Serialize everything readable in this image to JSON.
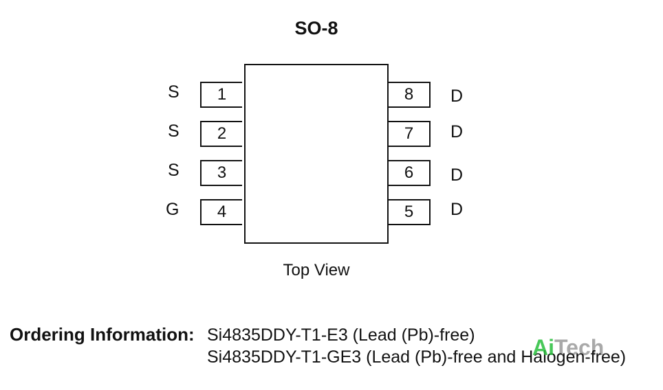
{
  "diagram": {
    "title": "SO-8",
    "caption": "Top View",
    "left_pins": [
      {
        "number": "1",
        "label": "S"
      },
      {
        "number": "2",
        "label": "S"
      },
      {
        "number": "3",
        "label": "S"
      },
      {
        "number": "4",
        "label": "G"
      }
    ],
    "right_pins": [
      {
        "number": "8",
        "label": "D"
      },
      {
        "number": "7",
        "label": "D"
      },
      {
        "number": "6",
        "label": "D"
      },
      {
        "number": "5",
        "label": "D"
      }
    ]
  },
  "ordering": {
    "label": "Ordering Information:",
    "lines": [
      "Si4835DDY-T1-E3 (Lead (Pb)-free)",
      "Si4835DDY-T1-GE3 (Lead (Pb)-free and Halogen-free)"
    ]
  },
  "watermark": {
    "accent": "Ai",
    "rest": "Tech",
    "accent_color": "#2ebd3c"
  }
}
